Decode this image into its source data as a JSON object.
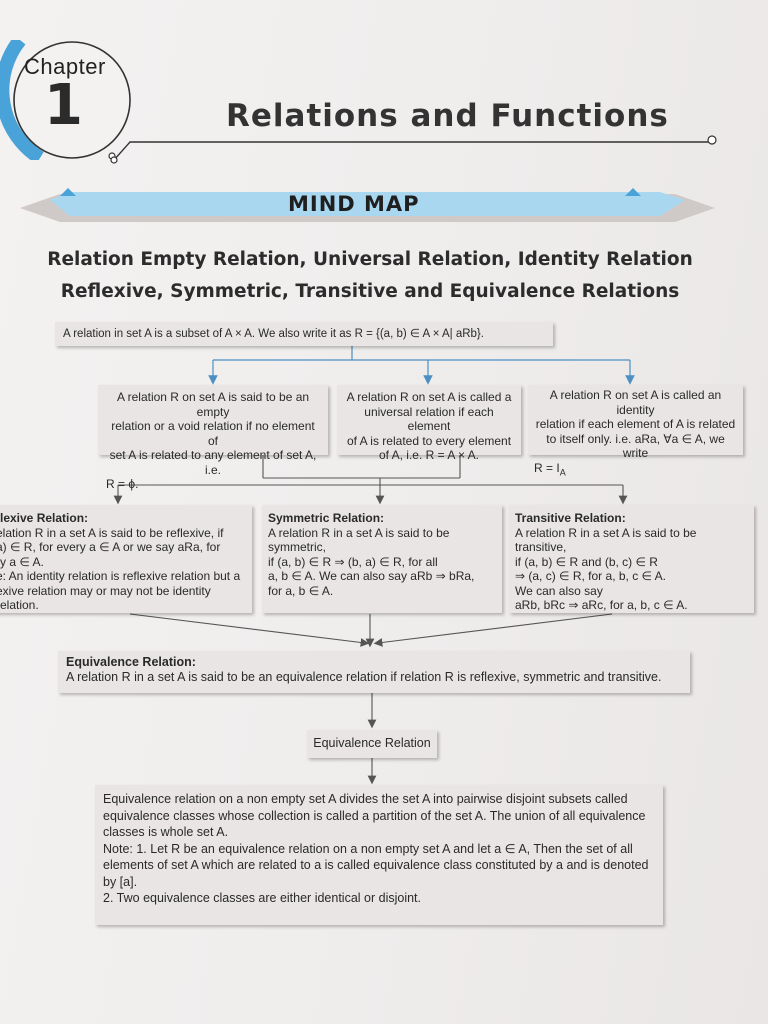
{
  "header": {
    "chapter_word": "Chapter",
    "chapter_number": "1",
    "title": "Relations and Functions"
  },
  "banner": {
    "label": "MIND MAP"
  },
  "subtitle": {
    "line1": "Relation Empty Relation, Universal Relation, Identity Relation",
    "line2": "Reflexive, Symmetric, Transitive and Equivalence Relations"
  },
  "definition": "A relation in set A is a subset of A × A. We also write it as R = {(a, b) ∈ A × A| aRb}.",
  "empty_relation": {
    "lines": [
      "A relation R on set A is said to be an empty",
      "relation or a void relation if no element of",
      "set A is related to any element of set A, i.e.",
      "R = ϕ."
    ]
  },
  "universal_relation": {
    "lines": [
      "A relation R on set A is called a",
      "universal relation if each element",
      "of A is related to every element",
      "of A, i.e. R = A × A."
    ]
  },
  "identity_relation": {
    "lines": [
      "A relation R on set A is called an identity",
      "relation if each element of A is related",
      "to itself only. i.e. aRa, ∀a ∈ A, we write",
      "R = I"
    ],
    "subscript": "A"
  },
  "reflexive": {
    "heading": "flexive Relation:",
    "lines": [
      "elation R in a set A is said to be reflexive, if",
      "a) ∈ R, for every a ∈ A or we say aRa, for",
      "ry a ∈ A.",
      "e: An identity relation is reflexive relation but a",
      "exive relation may or may not be identity relation."
    ]
  },
  "symmetric": {
    "heading": "Symmetric Relation:",
    "lines": [
      "A relation R in a set A is said to be symmetric,",
      "if (a, b) ∈ R ⇒ (b, a) ∈ R, for all",
      "a, b ∈ A. We can also say aRb ⇒ bRa,",
      "for a, b ∈ A."
    ]
  },
  "transitive": {
    "heading": "Transitive Relation:",
    "lines": [
      "A relation R in a set A is said to be transitive,",
      "if (a, b) ∈ R and (b, c) ∈ R",
      "⇒ (a, c) ∈ R, for a, b, c ∈ A.",
      "We can also say",
      "aRb, bRc ⇒ aRc, for a, b, c ∈ A."
    ]
  },
  "equivalence": {
    "heading": "Equivalence Relation:",
    "text": "A relation R in a set A is said to be an equivalence relation if relation R is reflexive, symmetric and transitive."
  },
  "equivalence_label": "Equivalence Relation",
  "classes": {
    "lines": [
      "Equivalence relation on a non empty set A divides the set A  into pairwise disjoint subsets called",
      "equivalence classes whose collection is called a partition of the set A. The union of all equivalence",
      "classes is whole set A.",
      "Note: 1. Let R be an equivalence relation on a non empty set A and let a ∈ A, Then the set of all",
      "elements of set A which are related to a is called equivalence class constituted by a and is denoted",
      "by [a].",
      "2. Two equivalence classes are either identical or disjoint."
    ]
  },
  "colors": {
    "accent_blue": "#4aa3d8",
    "banner_blue": "#a9d7f0",
    "box_fill": "#e8e5e4",
    "arrow_blue": "#4b8fc4",
    "arrow_dark": "#555555"
  }
}
